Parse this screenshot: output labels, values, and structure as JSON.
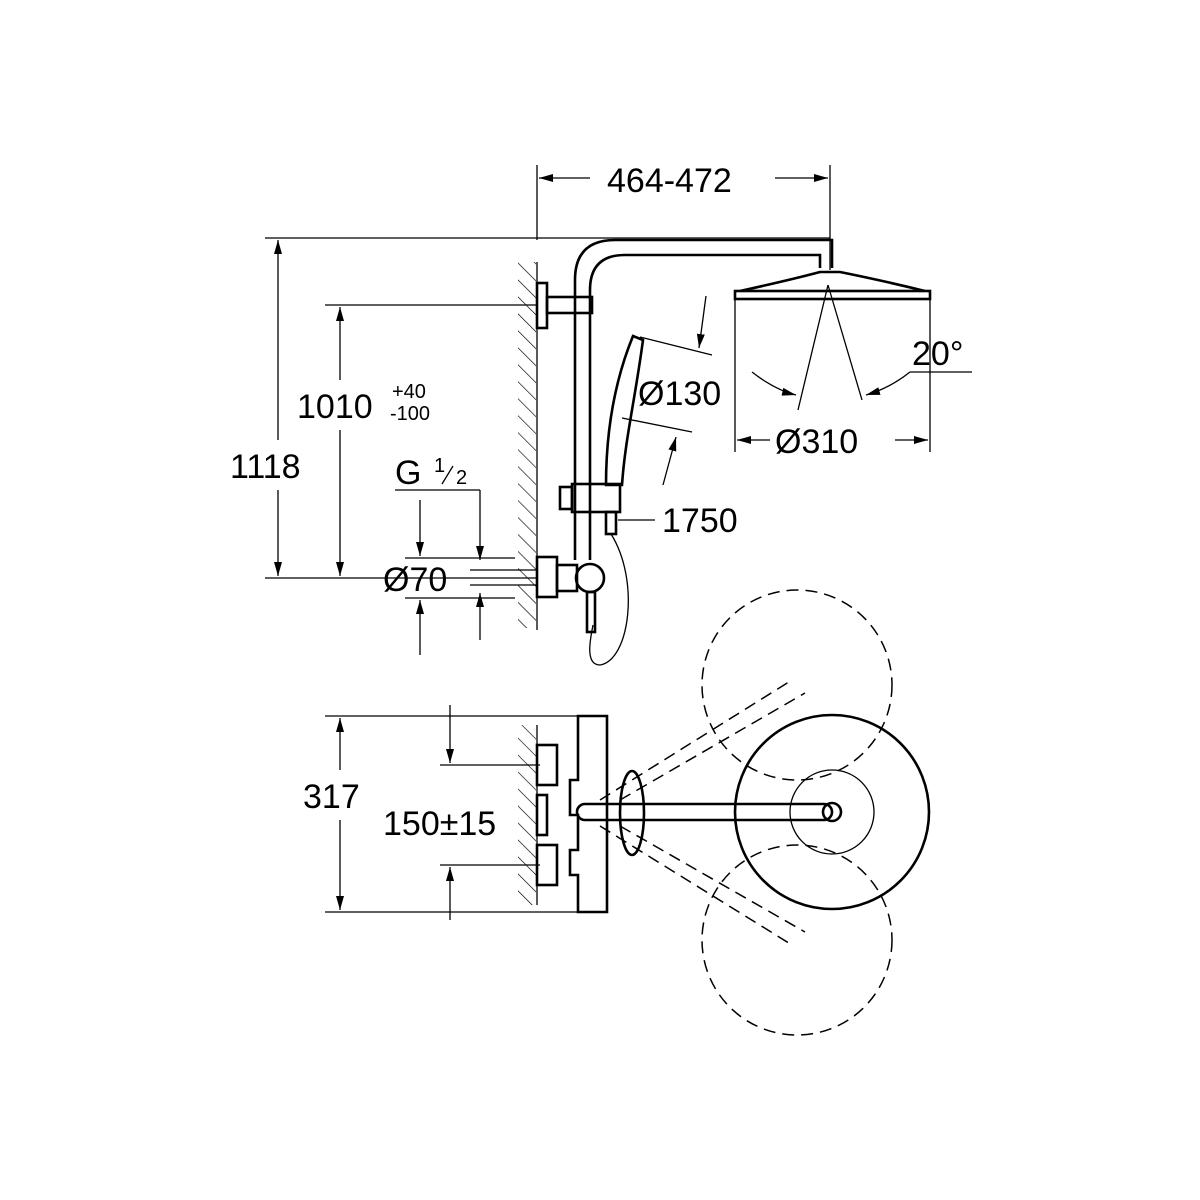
{
  "drawing": {
    "width_dim": "464-472",
    "height_total": "1118",
    "height_mixer": "1010",
    "tol_plus": "+40",
    "tol_minus": "-100",
    "thread": "G",
    "thread_num": "1",
    "thread_den": "2",
    "diameter_flange": "Ø70",
    "diameter_hand_shower": "Ø130",
    "hose_length": "1750",
    "angle": "20°",
    "diameter_head_shower": "Ø310",
    "plan_height": "317",
    "plan_offset": "150±15"
  }
}
